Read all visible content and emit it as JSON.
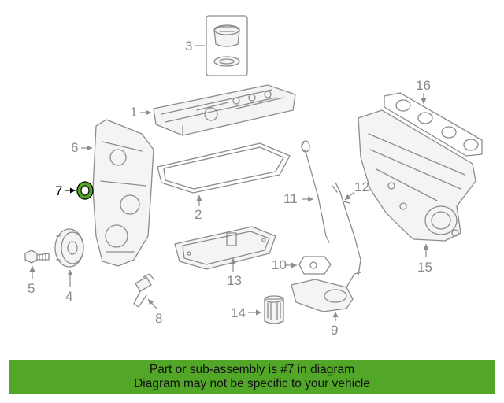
{
  "diagram": {
    "callouts": [
      "1",
      "2",
      "3",
      "4",
      "5",
      "6",
      "7",
      "8",
      "9",
      "10",
      "11",
      "12",
      "13",
      "14",
      "15",
      "16"
    ],
    "highlighted_callout": "7",
    "highlight_color": "#52a728"
  },
  "banner": {
    "line1": "Part or sub-assembly is #7 in diagram",
    "line2": "Diagram may not be specific to your vehicle",
    "background": "#52a728"
  }
}
